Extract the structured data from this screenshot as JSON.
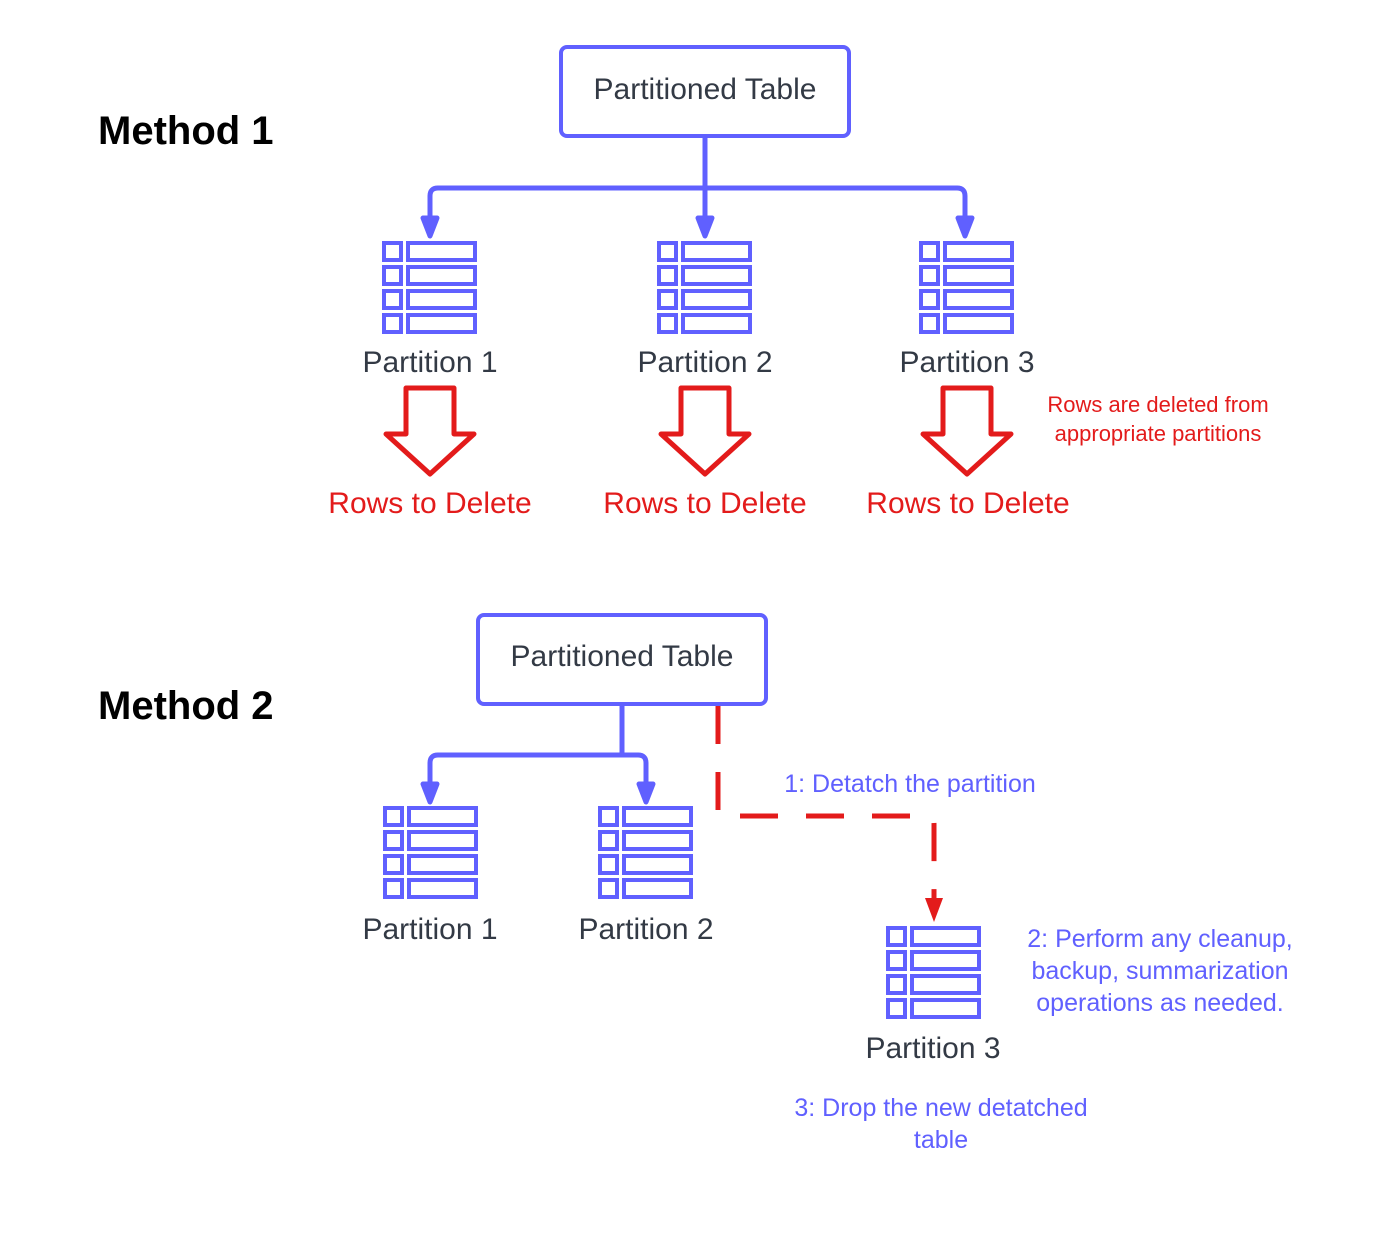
{
  "colors": {
    "accent": "#6060ff",
    "delete": "#e31b1b",
    "text": "#333a45",
    "heading": "#000000",
    "background": "#ffffff"
  },
  "method1": {
    "heading": "Method 1",
    "table_label": "Partitioned Table",
    "partitions": [
      "Partition 1",
      "Partition 2",
      "Partition 3"
    ],
    "delete_labels": [
      "Rows to Delete",
      "Rows to Delete",
      "Rows to Delete"
    ],
    "note_lines": [
      "Rows are deleted from",
      "appropriate partitions"
    ]
  },
  "method2": {
    "heading": "Method 2",
    "table_label": "Partitioned Table",
    "partitions": [
      "Partition 1",
      "Partition 2"
    ],
    "detached_partition": "Partition 3",
    "step1": "1: Detatch the partition",
    "step2_lines": [
      "2: Perform any cleanup,",
      "backup, summarization",
      "operations as needed."
    ],
    "step3_lines": [
      "3: Drop the new detatched",
      "table"
    ]
  },
  "icons": {
    "partition": "table-rows-icon",
    "delete_arrow": "down-arrow-icon"
  }
}
